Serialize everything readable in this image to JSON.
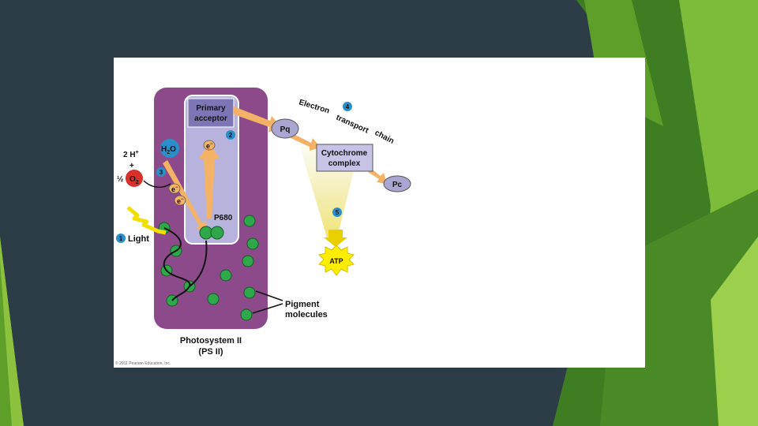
{
  "diagram": {
    "primary_acceptor": [
      "Primary",
      "acceptor"
    ],
    "etc_label": [
      "Electron",
      "transport",
      "chain"
    ],
    "pq": "Pq",
    "cytochrome": [
      "Cytochrome",
      "complex"
    ],
    "pc": "Pc",
    "atp": "ATP",
    "p680": "P680",
    "h2o": "H",
    "h2o_sub": "2",
    "h2o_end": "O",
    "o2": "O",
    "o2_sub": "2",
    "hydrogen": "2 H",
    "hydrogen_sup": "+",
    "plus": "+",
    "half": "½",
    "electron": "e",
    "electron_sup": "−",
    "light": "Light",
    "pigment": [
      "Pigment",
      "molecules"
    ],
    "photosystem": [
      "Photosystem II",
      "(PS II)"
    ],
    "copyright": "© 2011 Pearson Education, Inc.",
    "steps": [
      "1",
      "2",
      "3",
      "4",
      "5"
    ]
  },
  "colors": {
    "slide_bg": "#2c3d47",
    "photosystem_fill": "#8c4a8a",
    "pigment_green": "#2ea84a",
    "arrow_orange": "#f4b266",
    "step_badge": "#2a8fc8",
    "atp_yellow": "#ffee00"
  }
}
